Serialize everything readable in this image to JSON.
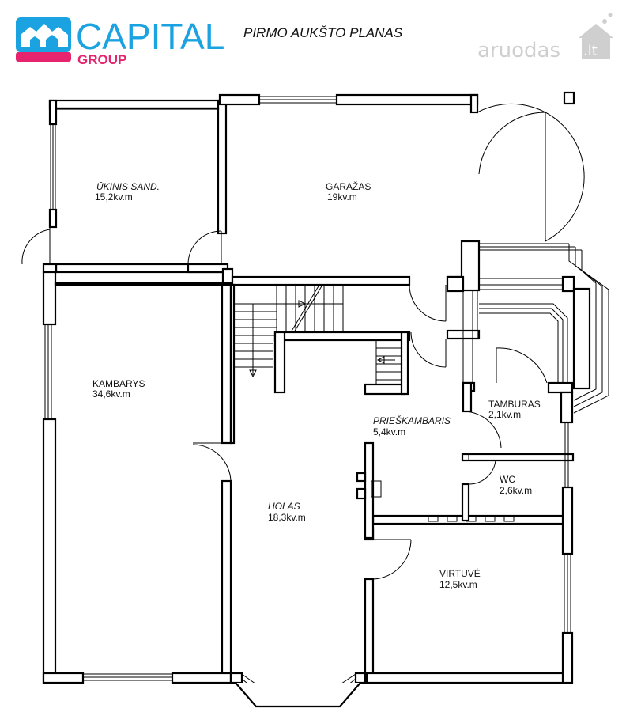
{
  "header": {
    "logo_word": "CAPITAL",
    "logo_subword": "GROUP",
    "plan_title": "PIRMO AUKŠTO PLANAS",
    "watermark_text": "aruodas",
    "watermark_tld": ".lt"
  },
  "colors": {
    "brand_blue": "#1aa3e0",
    "brand_pink": "#e6246e",
    "wall_stroke": "#000000",
    "watermark": "#cfcfcf"
  },
  "rooms": {
    "ukinis": {
      "name": "ŪKINIS SAND.",
      "area": "15,2kv.m"
    },
    "garazas": {
      "name": "GARAŽAS",
      "area": "19kv.m"
    },
    "kambarys": {
      "name": "KAMBARYS",
      "area": "34,6kv.m"
    },
    "tamburas": {
      "name": "TAMBŪRAS",
      "area": "2,1kv.m"
    },
    "prieskambaris": {
      "name": "PRIEŠKAMBARIS",
      "area": "5,4kv.m"
    },
    "wc": {
      "name": "WC",
      "area": "2,6kv.m"
    },
    "holas": {
      "name": "HOLAS",
      "area": "18,3kv.m"
    },
    "virtuve": {
      "name": "VIRTUVĖ",
      "area": "12,5kv.m"
    }
  }
}
